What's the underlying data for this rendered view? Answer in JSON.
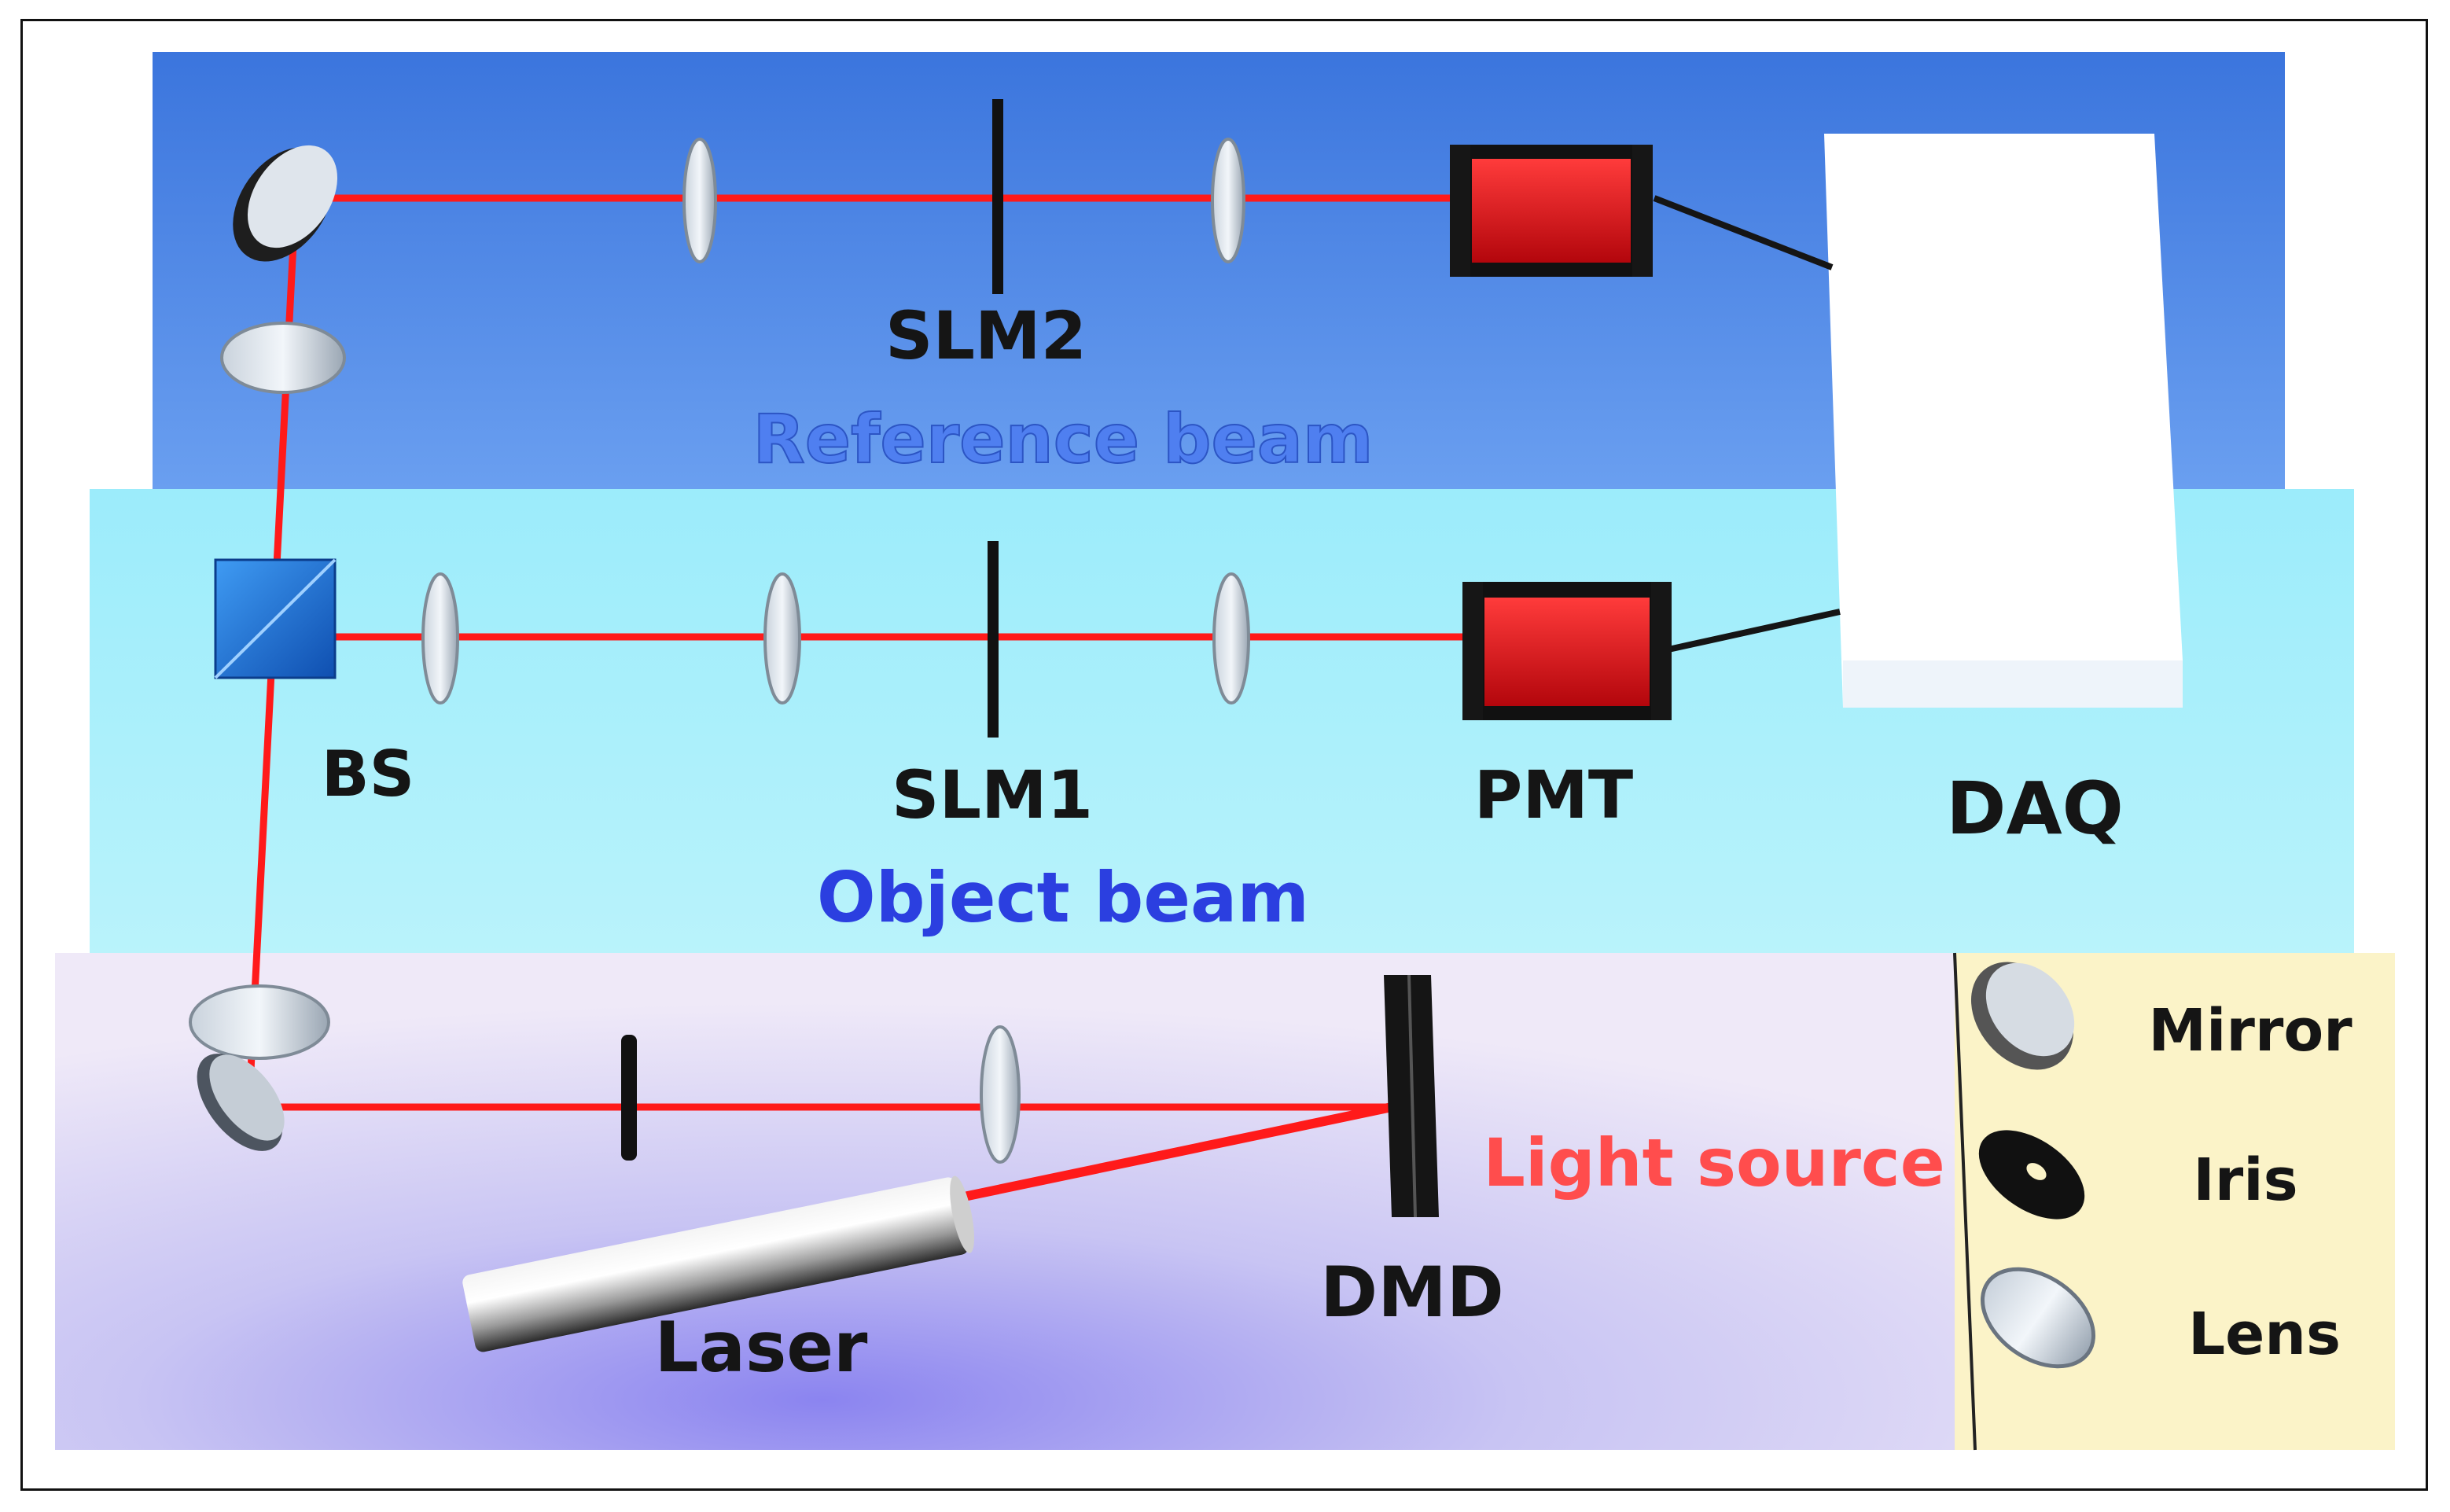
{
  "labels": {
    "slm2": "SLM2",
    "reference_beam": "Reference beam",
    "bs": "BS",
    "slm1": "SLM1",
    "pmt": "PMT",
    "daq": "DAQ",
    "object_beam": "Object beam",
    "light_source": "Light source",
    "dmd": "DMD",
    "laser": "Laser"
  },
  "legend": {
    "items": [
      {
        "label": "Mirror",
        "icon": "mirror-icon"
      },
      {
        "label": "Iris",
        "icon": "iris-icon"
      },
      {
        "label": "Lens",
        "icon": "lens-icon"
      }
    ]
  },
  "colors": {
    "reference_region": "#4a86e0",
    "object_region": "#8fe8f5",
    "source_region": "#ddd8f5",
    "legend_bg": "#fbf3c6",
    "beam": "#ff1a1a",
    "reference_text": "#4f7ff0",
    "object_text": "#2b3fe0",
    "light_source_text": "#ff4d4d",
    "pmt_body": "#e0141c",
    "daq_box": "#ffffff",
    "bs_cube": "#1d6fd6"
  }
}
